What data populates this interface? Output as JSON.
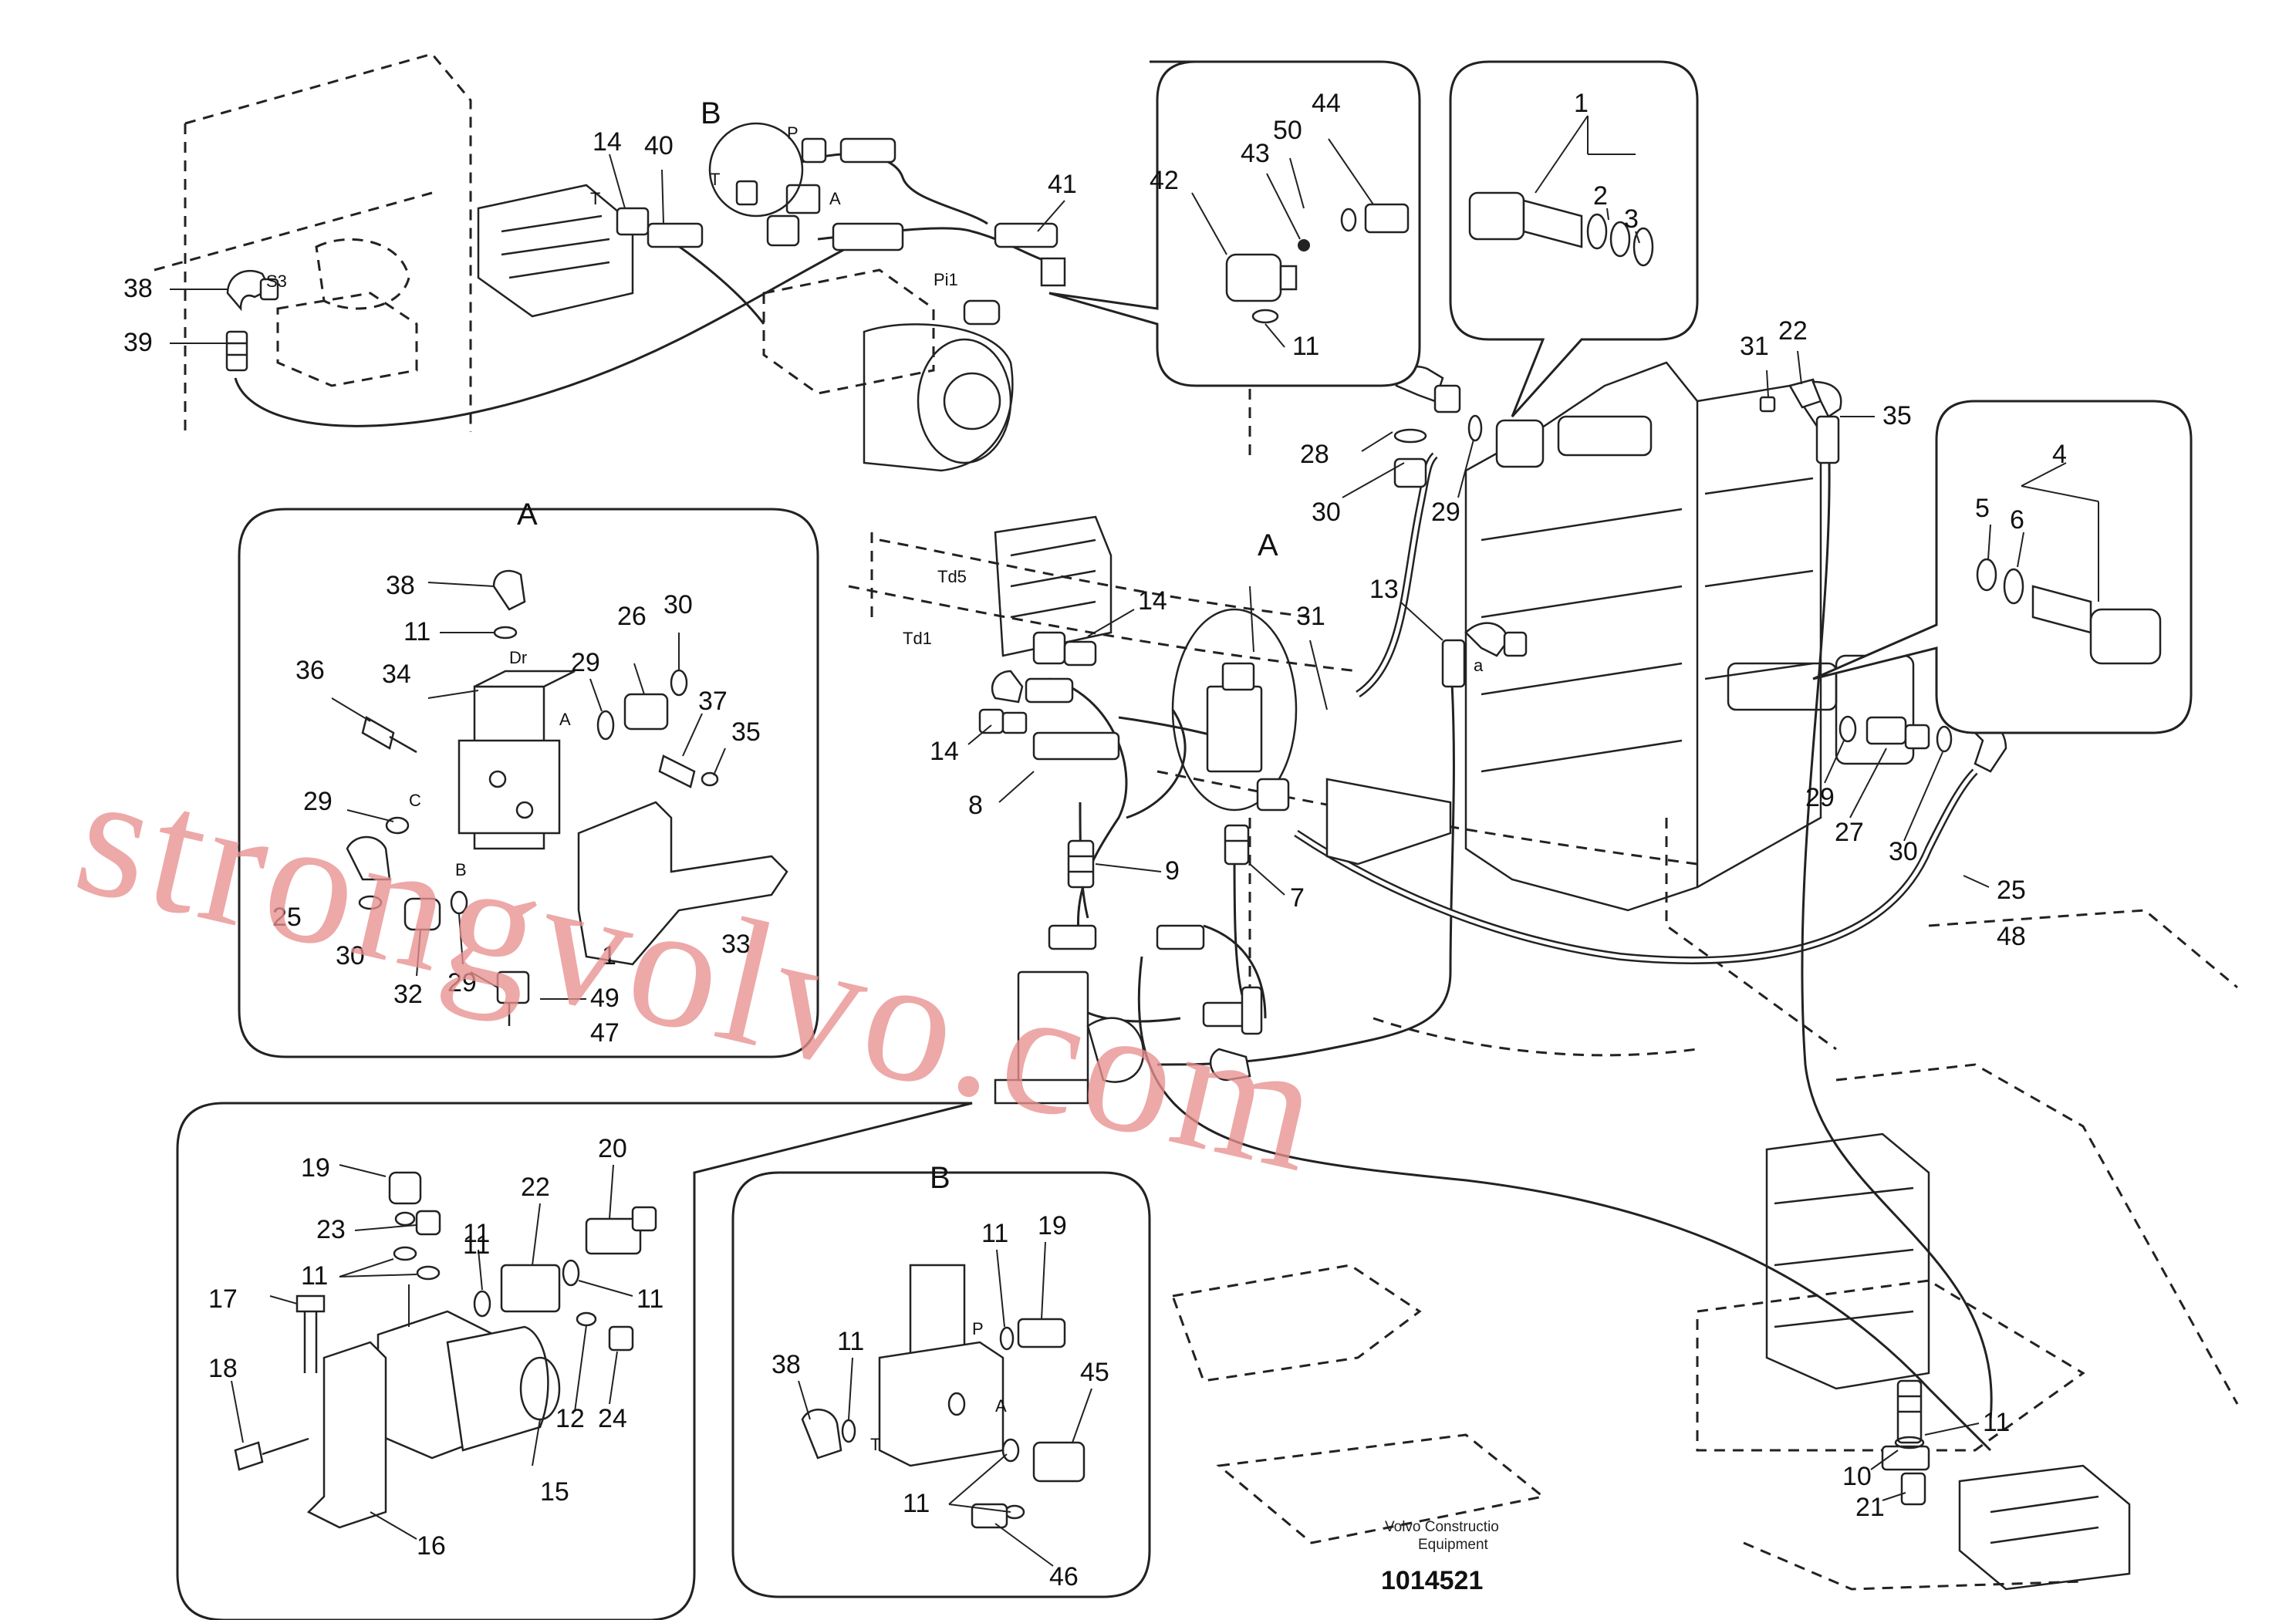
{
  "drawing": {
    "footer_line1": "Volvo Constructio",
    "footer_line2": "Equipment",
    "document_number": "1014521",
    "watermark": "strongvolvo.com"
  },
  "detail_titles": {
    "a_main": "A",
    "a_detail": "A",
    "b_main": "B",
    "b_detail": "B"
  },
  "port_labels": [
    "S3",
    "T",
    "P",
    "T",
    "A",
    "Pi1",
    "Td5",
    "Td1",
    "a",
    "Dr",
    "A",
    "C",
    "B",
    "P",
    "T",
    "A"
  ],
  "callouts": [
    "14",
    "40",
    "41",
    "38",
    "39",
    "42",
    "43",
    "50",
    "44",
    "11",
    "1",
    "2",
    "3",
    "28",
    "30",
    "29",
    "31",
    "22",
    "35",
    "4",
    "5",
    "6",
    "14",
    "13",
    "14",
    "8",
    "9",
    "7",
    "31",
    "29",
    "27",
    "30",
    "25",
    "48",
    "38",
    "11",
    "29",
    "26",
    "30",
    "36",
    "34",
    "37",
    "35",
    "29",
    "25",
    "30",
    "32",
    "29",
    "1",
    "33",
    "49",
    "47",
    "20",
    "19",
    "22",
    "23",
    "11",
    "11",
    "11",
    "17",
    "11",
    "18",
    "12",
    "24",
    "15",
    "16",
    "11",
    "19",
    "38",
    "11",
    "45",
    "11",
    "46",
    "10",
    "11",
    "21"
  ],
  "colors": {
    "line": "#222222",
    "watermark": "#e88f8f",
    "background": "#ffffff"
  }
}
